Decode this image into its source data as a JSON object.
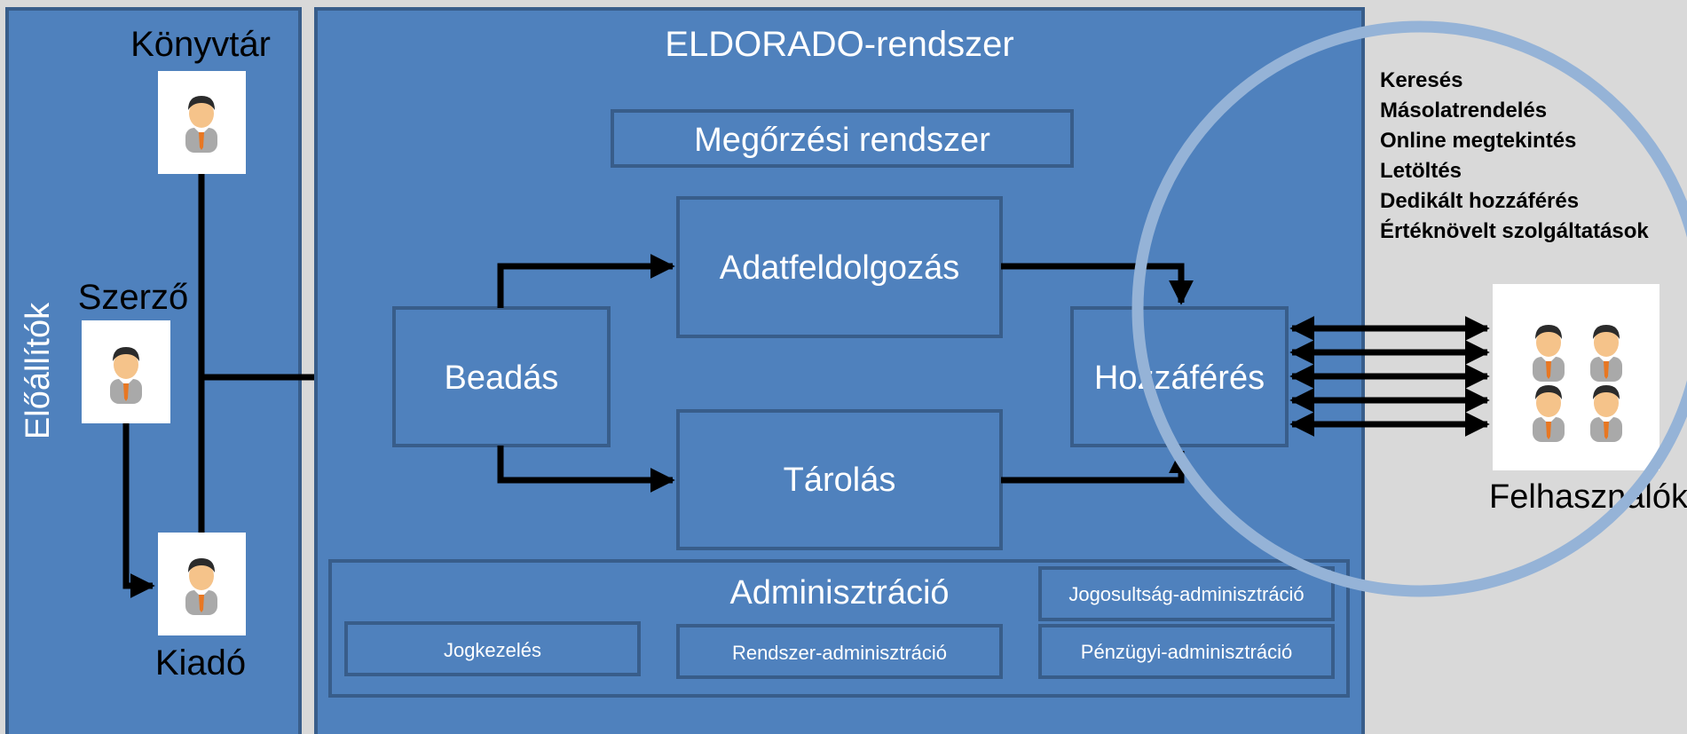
{
  "producers": {
    "label": "Előállítók",
    "library": "Könyvtár",
    "author": "Szerző",
    "publisher": "Kiadó"
  },
  "system": {
    "title": "ELDORADO-rendszer",
    "preservation": "Megőrzési rendszer",
    "processing": "Adatfeldolgozás",
    "submission": "Beadás",
    "storage": "Tárolás",
    "access": "Hozzáférés",
    "administration": {
      "title": "Adminisztráció",
      "rights": "Jogkezelés",
      "system_admin": "Rendszer-adminisztráció",
      "entitlement_admin": "Jogosultság-adminisztráció",
      "financial_admin": "Pénzügyi-adminisztráció"
    }
  },
  "services": [
    "Keresés",
    "Másolatrendelés",
    "Online megtekintés",
    "Letöltés",
    "Dedikált hozzáférés",
    "Értéknövelt szolgáltatások"
  ],
  "users": {
    "label": "Felhasználók"
  },
  "colors": {
    "background": "#d9d9d9",
    "panel": "#4f81bd",
    "panel_border": "#385d8a",
    "circle": "#95b3d7",
    "arrow": "#000000",
    "text": "#ffffff"
  }
}
